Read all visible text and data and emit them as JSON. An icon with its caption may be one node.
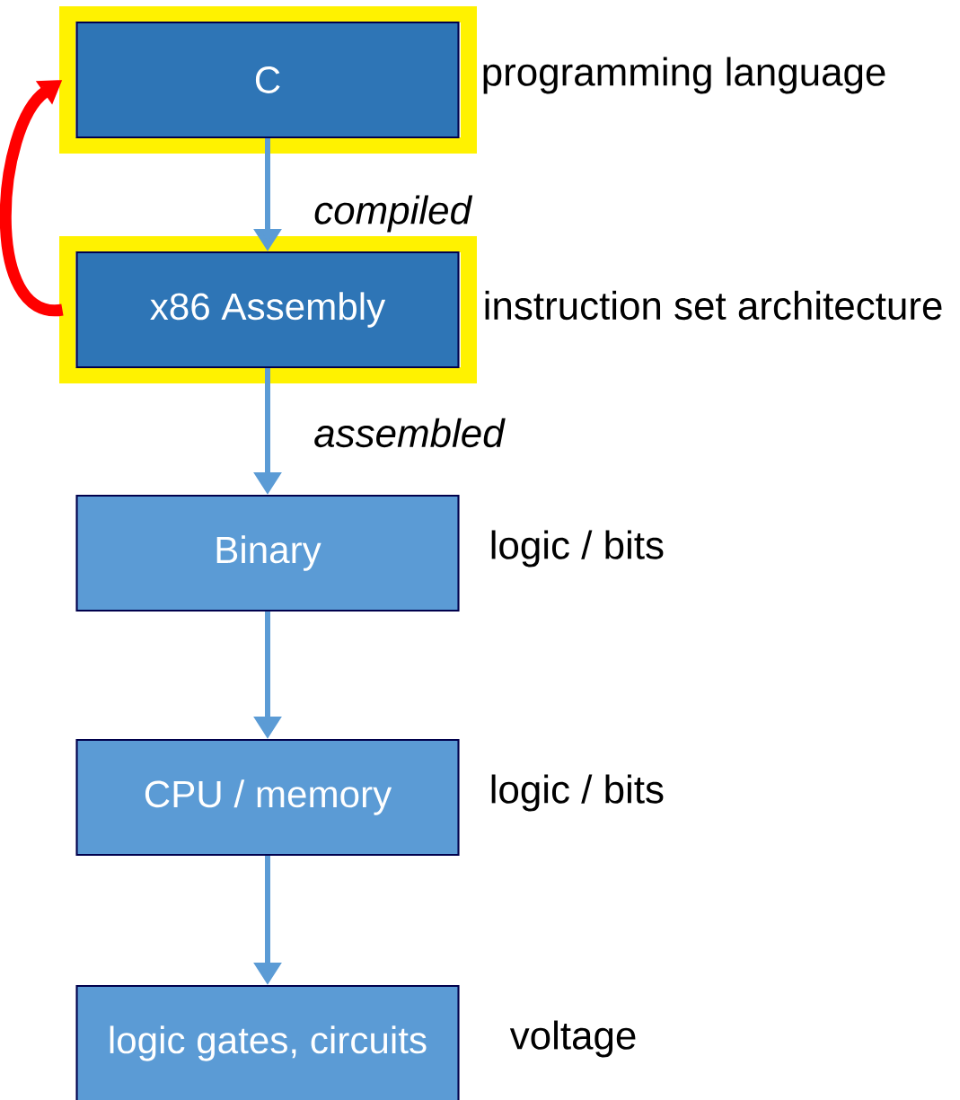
{
  "diagram": {
    "nodes": [
      {
        "text": [
          "C"
        ],
        "beside": [
          "programming language"
        ]
      },
      {
        "text": [
          "x86 Assembly"
        ],
        "beside": [
          "instruction set architecture"
        ]
      },
      {
        "text": [
          "Binary"
        ],
        "beside": [
          "logic / bits"
        ]
      },
      {
        "text": [
          "CPU / memory"
        ],
        "beside": [
          "logic / bits"
        ]
      },
      {
        "text": [
          "logic gates, circuits"
        ],
        "beside": [
          "voltage"
        ]
      }
    ],
    "edges": [
      {
        "from": 0,
        "to": 1,
        "arrow": "to",
        "label": "compiled"
      },
      {
        "from": 1,
        "to": 2,
        "arrow": "to",
        "label": "assembled"
      },
      {
        "from": 2,
        "to": 3,
        "arrow": "to"
      },
      {
        "from": 3,
        "to": 4,
        "arrow": "to"
      },
      {
        "from": 1,
        "to": 0,
        "arrow": "to",
        "style": "thick",
        "color": "#ff0000"
      }
    ]
  }
}
